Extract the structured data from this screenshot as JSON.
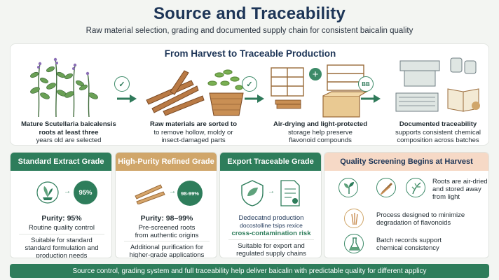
{
  "header": {
    "title": "Source and Traceability",
    "subtitle": "Raw material selection, grading and documented supply chain for consistent baicalin quality"
  },
  "process": {
    "title": "From Harvest to Traceable Production",
    "steps": [
      {
        "icon": "scutellaria-plant-icon",
        "line1": "Mature Scutellaria baicalensis",
        "line2": "roots at least three",
        "line3": "years old are selected"
      },
      {
        "icon": "sorted-roots-icon",
        "line1": "Raw materials are sorted to",
        "line2": "to remove hollow, moldy or",
        "line3": "insect-damaged parts"
      },
      {
        "icon": "drying-storage-icon",
        "line1": "Air-drying and light-protected",
        "line2": "storage help preserve",
        "line3": "flavonoid compounds"
      },
      {
        "icon": "documentation-icon",
        "line1": "Documented traceability",
        "line2": "supports consistent chemical",
        "line3": "composition across batches"
      }
    ],
    "connectors": [
      "checkmark-icon",
      "checkmark-icon",
      "plus-icon",
      "BB"
    ]
  },
  "grades": [
    {
      "title": "Standard Extract Grade",
      "header_color": "#2e7d5b",
      "badge": "95%",
      "badge_color": "#2e7d5b",
      "purity": "Purity: 95%",
      "line1": "Routine quality control",
      "line2": "Suitable for standard",
      "line3": "standard formulation and",
      "line4": "production needs"
    },
    {
      "title": "High-Purity Refined Grade",
      "header_color": "#d0a66a",
      "badge": "98-99%",
      "badge_color": "#2e7d5b",
      "purity": "Purity: 98–99%",
      "line1": "Pre-screened roots",
      "line2": "from authentic origins",
      "line3": "Additional purification for",
      "line4": "higher-grade applications"
    },
    {
      "title": "Export Traceable Grade",
      "header_color": "#2e7d5b",
      "line1": "Dedecatnd production",
      "line2": "docostolline tsips rexice",
      "line3": "cross-contamination risk",
      "line4": "Suitable for export and",
      "line5": "regulated supply chains"
    }
  ],
  "quality": {
    "title": "Quality Screening Begins at Harvest",
    "items": [
      {
        "icon": "seedling-icon",
        "line1": "Roots are air-dried",
        "line2": "and stored away",
        "line3": "from light"
      },
      {
        "icon": "root-icon",
        "line1": "Process designed to minimize",
        "line2": "degradation of flavonoids"
      },
      {
        "icon": "flask-icon",
        "line1": "Batch records support",
        "line2": "chemical consistency"
      }
    ]
  },
  "footer": {
    "text": "Source control, grading system and full traceability help deliver baicalin with predictable quality for different applicy"
  }
}
